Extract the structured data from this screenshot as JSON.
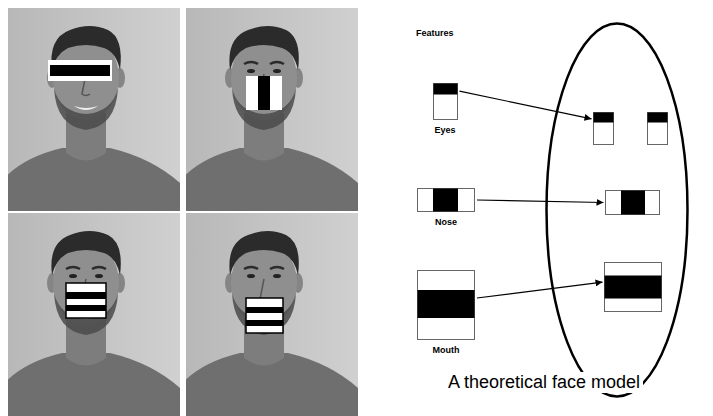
{
  "diagram": {
    "nodes": [
      {
        "text": [
          "Eyes"
        ]
      },
      {
        "text": [
          "Nose"
        ]
      },
      {
        "text": [
          "Mouth"
        ]
      },
      {
        "text": [
          "A theoretical face model"
        ]
      }
    ],
    "edges": [
      {
        "from": 0,
        "to": 3,
        "arrow": "to"
      },
      {
        "from": 1,
        "to": 3,
        "arrow": "to"
      },
      {
        "from": 2,
        "to": 3,
        "arrow": "to"
      }
    ],
    "labels": [
      "Features"
    ]
  }
}
